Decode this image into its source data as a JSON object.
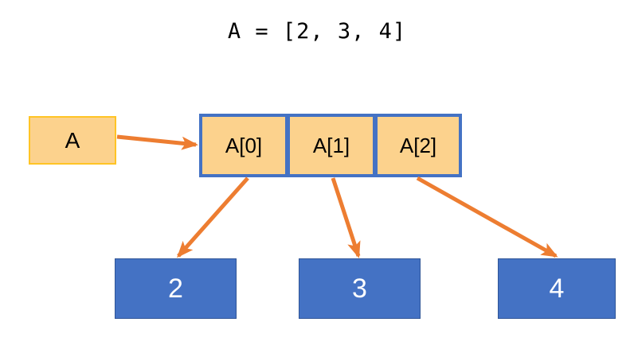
{
  "diagram": {
    "title": "A = [2, 3, 4]",
    "background_color": "#FFFFFF",
    "colors": {
      "box_fill_orange": "#FCD28D",
      "box_border_gold": "#FFC425",
      "box_border_blue": "#4472C4",
      "value_fill_blue": "#4472C4",
      "value_border_blue": "#2F5597",
      "arrow_orange": "#ED7D31",
      "text_dark": "#000000",
      "text_light": "#FFFFFF"
    },
    "variable": {
      "label": "A"
    },
    "array_cells": [
      {
        "label": "A[0]"
      },
      {
        "label": "A[1]"
      },
      {
        "label": "A[2]"
      }
    ],
    "values": [
      {
        "label": "2"
      },
      {
        "label": "3"
      },
      {
        "label": "4"
      }
    ],
    "arrows": [
      {
        "name": "variable-to-array-arrow"
      },
      {
        "name": "cell0-to-value0-arrow"
      },
      {
        "name": "cell1-to-value1-arrow"
      },
      {
        "name": "cell2-to-value2-arrow"
      }
    ]
  }
}
